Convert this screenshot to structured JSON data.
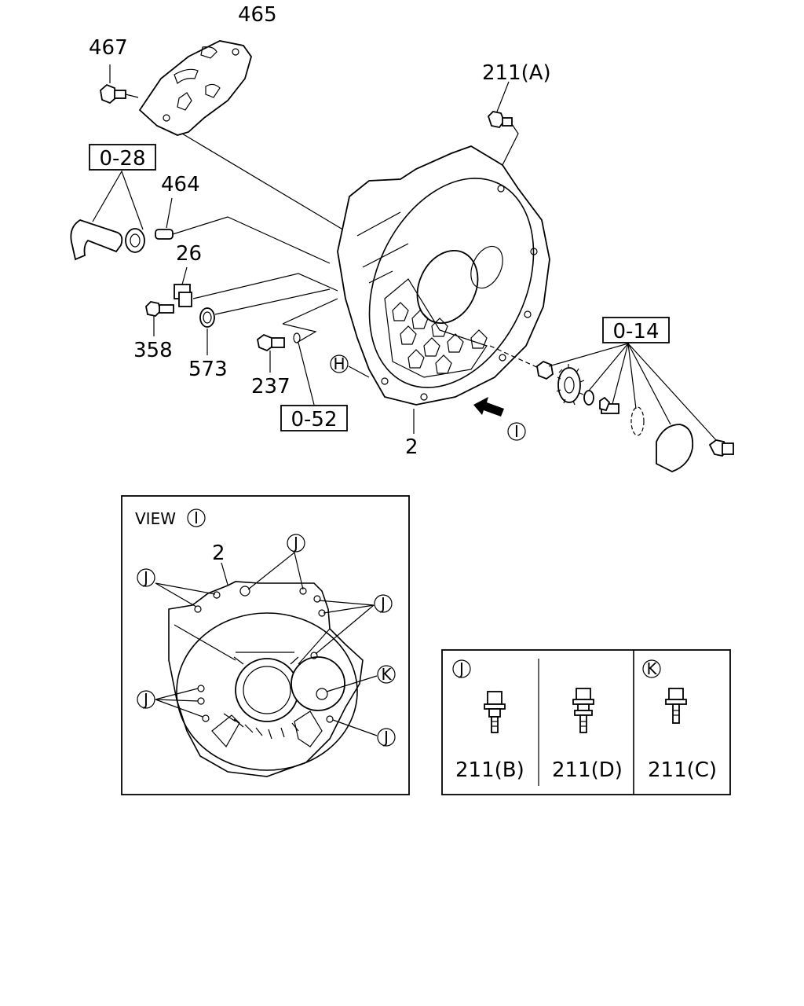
{
  "labels": {
    "p465": "465",
    "p467": "467",
    "p211a": "211(A)",
    "ref028": "0-28",
    "p464": "464",
    "p26": "26",
    "p358": "358",
    "p573": "573",
    "p237": "237",
    "ref052": "0-52",
    "p2": "2",
    "ref014": "0-14",
    "mark_h": "H",
    "mark_i": "I"
  },
  "view_panel": {
    "title": "VIEW",
    "title_mark": "I",
    "part_label": "2",
    "mark_j": "J",
    "mark_k": "K"
  },
  "bolt_panel": {
    "mark_j": "J",
    "mark_k": "K",
    "label_b": "211(B)",
    "label_d": "211(D)",
    "label_c": "211(C)"
  }
}
